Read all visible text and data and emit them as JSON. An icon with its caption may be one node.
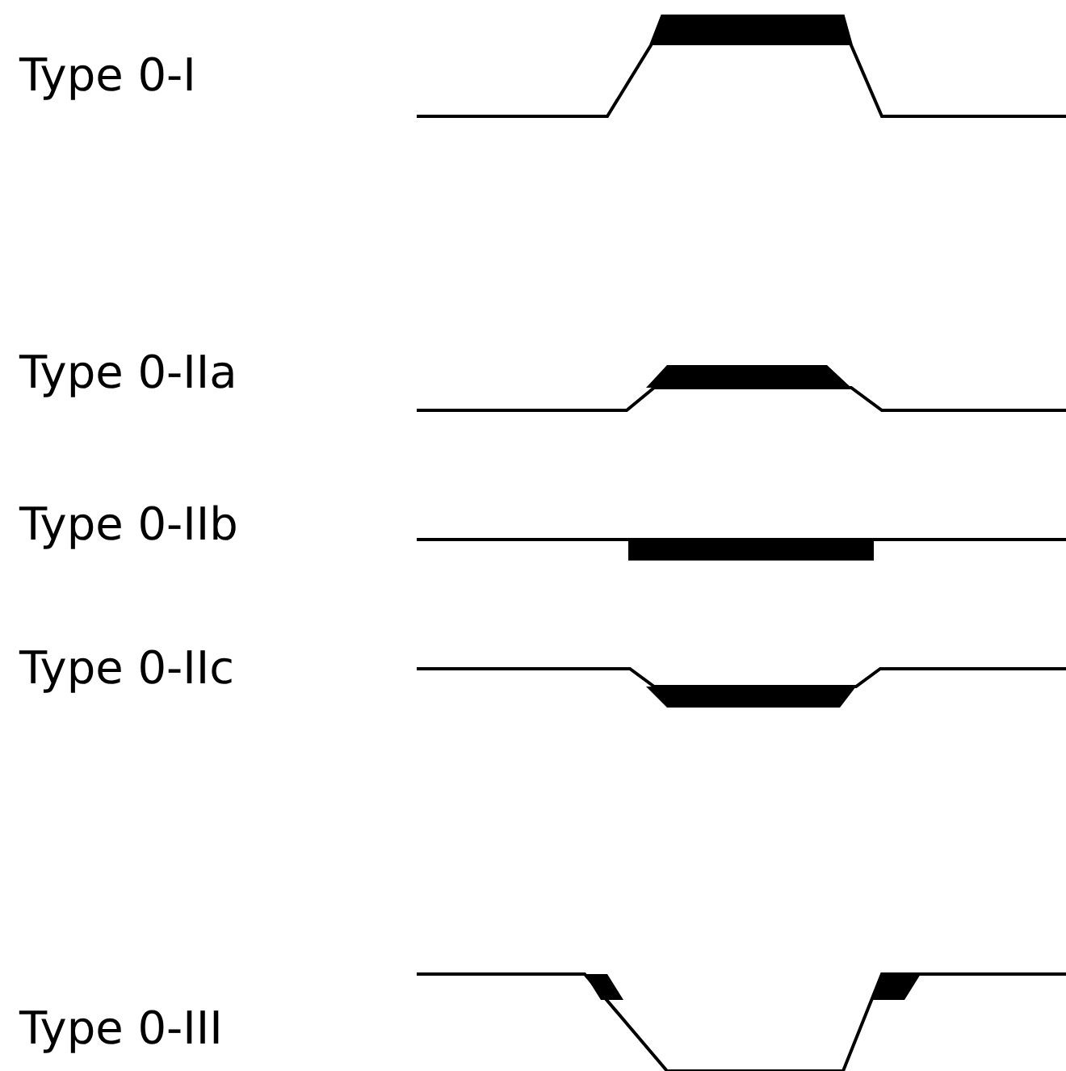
{
  "diagram": {
    "labels": [
      "Type 0-I",
      "Type 0-IIa",
      "Type 0-IIb",
      "Type 0-IIc",
      "Type 0-III"
    ]
  }
}
